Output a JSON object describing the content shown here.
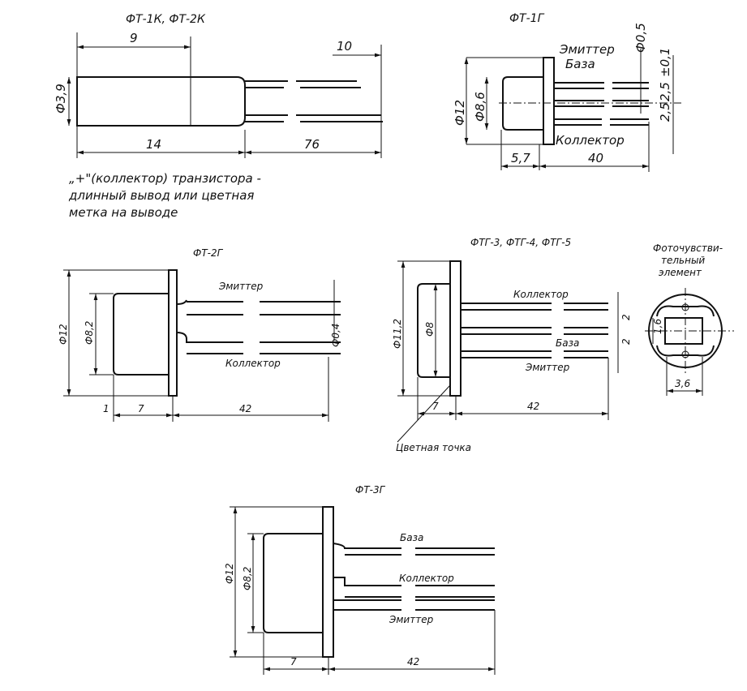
{
  "drawings": {
    "ft1k": {
      "title": "ФТ-1К, ФТ-2К",
      "dim_len_top": "9",
      "dim_lead_tip": "10",
      "dim_dia": "Ф3,9",
      "dim_body": "14",
      "dim_leads": "76",
      "note": [
        "„+\"(коллектор) транзистора -",
        "длинный вывод или цветная",
        "метка на выводе"
      ]
    },
    "ft1g": {
      "title": "ФТ-1Г",
      "emitter": "Эмиттер",
      "base": "База",
      "collector": "Коллектор",
      "dim_lead_dia": "Ф0,5",
      "dim_tol": "±0,1",
      "dim_dia": "Ф12",
      "dim_body_dia": "Ф8,6",
      "dim_pitch1": "2,5",
      "dim_pitch2": "2,5",
      "dim_body": "5,7",
      "dim_leads": "40"
    },
    "ft2g": {
      "title": "ФТ-2Г",
      "emitter": "Эмиттер",
      "collector": "Коллектор",
      "dim_dia": "Ф12",
      "dim_body_dia": "Ф8,2",
      "dim_lead_dia": "Ф0,4",
      "dim_flange": "1",
      "dim_body": "7",
      "dim_leads": "42"
    },
    "ftg": {
      "title": "ФТГ-3, ФТГ-4, ФТГ-5",
      "collector": "Коллектор",
      "base": "База",
      "emitter": "Эмиттер",
      "dim_dia": "Ф11,2",
      "dim_body_dia": "Ф8",
      "dim_pitch1": "2",
      "dim_pitch2": "2",
      "dim_window_h": "1,6",
      "dim_window_w": "3,6",
      "dim_body": "7",
      "dim_leads": "42",
      "color_dot": "Цветная точка",
      "photo_element": [
        "Фоточувстви-",
        "тельный",
        "элемент"
      ]
    },
    "ft3g": {
      "title": "ФТ-3Г",
      "base": "База",
      "collector": "Коллектор",
      "emitter": "Эмиттер",
      "dim_dia": "Ф12",
      "dim_body_dia": "Ф8,2",
      "dim_body": "7",
      "dim_leads": "42"
    }
  }
}
